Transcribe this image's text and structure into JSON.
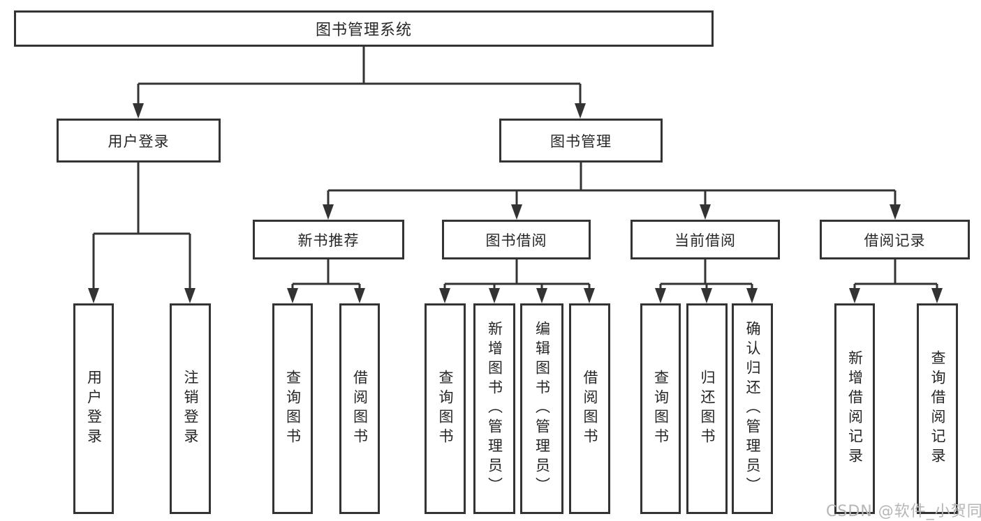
{
  "diagram": {
    "nodes": {
      "root": "图书管理系统",
      "user_login": "用户登录",
      "book_management": "图书管理",
      "new_book_recommend": "新书推荐",
      "book_borrowing": "图书借阅",
      "current_borrowing": "当前借阅",
      "borrowing_records": "借阅记录"
    },
    "leaves": {
      "user_login": [
        "用户登录",
        "注销登录"
      ],
      "new_book_recommend": [
        "查询图书",
        "借阅图书"
      ],
      "book_borrowing": [
        "查询图书",
        "新增图书（管理员）",
        "编辑图书（管理员）",
        "借阅图书"
      ],
      "current_borrowing": [
        "查询图书",
        "归还图书",
        "确认归还（管理员）"
      ],
      "borrowing_records": [
        "新增借阅记录",
        "查询借阅记录"
      ]
    },
    "watermark": "CSDN @软件_小贺同学",
    "colors": {
      "line": "#333333",
      "box_border": "#333333",
      "text": "#262626",
      "watermark": "#b6b6b6",
      "background": "#ffffff"
    }
  }
}
